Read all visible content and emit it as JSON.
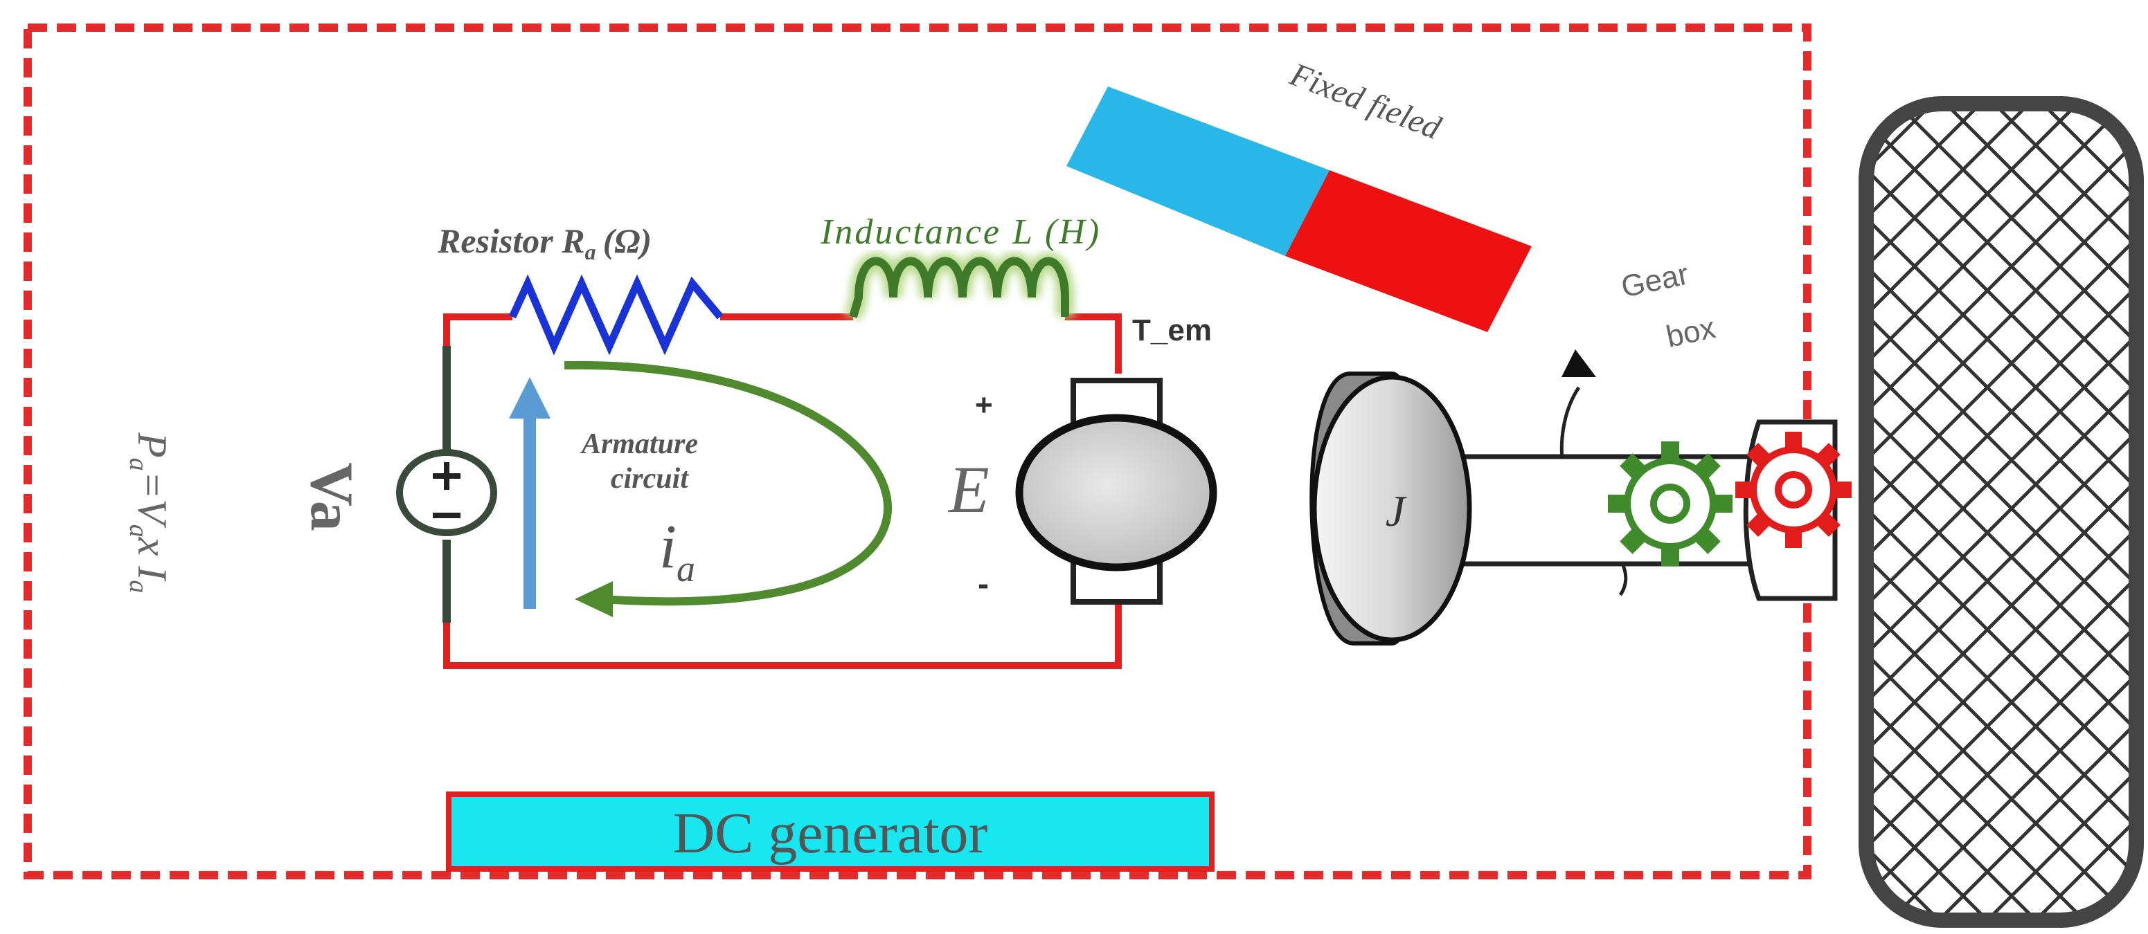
{
  "labels": {
    "resistor": "Resistor R",
    "resistor_sub": "a",
    "resistor_unit": "(Ω)",
    "inductance": "Inductance L (H)",
    "fixed_field": "Fixed fieled",
    "t_em": "T_em",
    "gear": "Gear",
    "box": "box",
    "plus": "+",
    "minus": "-",
    "emf": "E",
    "va": "Va",
    "armature": "Armature",
    "circuit": "circuit",
    "current": "i",
    "current_sub": "a",
    "inertia": "J",
    "power_p": "P",
    "power_p_sub": "a",
    "power_eq": "=V",
    "power_v_sub": "a",
    "power_times": "x I",
    "power_i_sub": "a",
    "dc_generator": "DC generator"
  },
  "colors": {
    "frame": "#e32b2b",
    "wire": "#e32020",
    "resistor": "#1a33d6",
    "inductor": "#3f7a2a",
    "inductor_glow": "#b8d98a",
    "current_arrow": "#4f8a2e",
    "armature_arrow": "#5b9bd5",
    "magnet_n": "#29b6e8",
    "magnet_s": "#ee1111",
    "gear_green": "#3f8a2a",
    "gear_red": "#e21b1b",
    "banner_fill": "#18e6f0",
    "banner_border": "#e32020",
    "text_gray": "#666666",
    "tire": "#444444"
  },
  "icons": [
    "dc-voltage-source-icon",
    "resistor-icon",
    "inductor-icon",
    "dc-motor-icon",
    "bar-magnet-icon",
    "flywheel-icon",
    "gear-icon",
    "tire-icon"
  ]
}
